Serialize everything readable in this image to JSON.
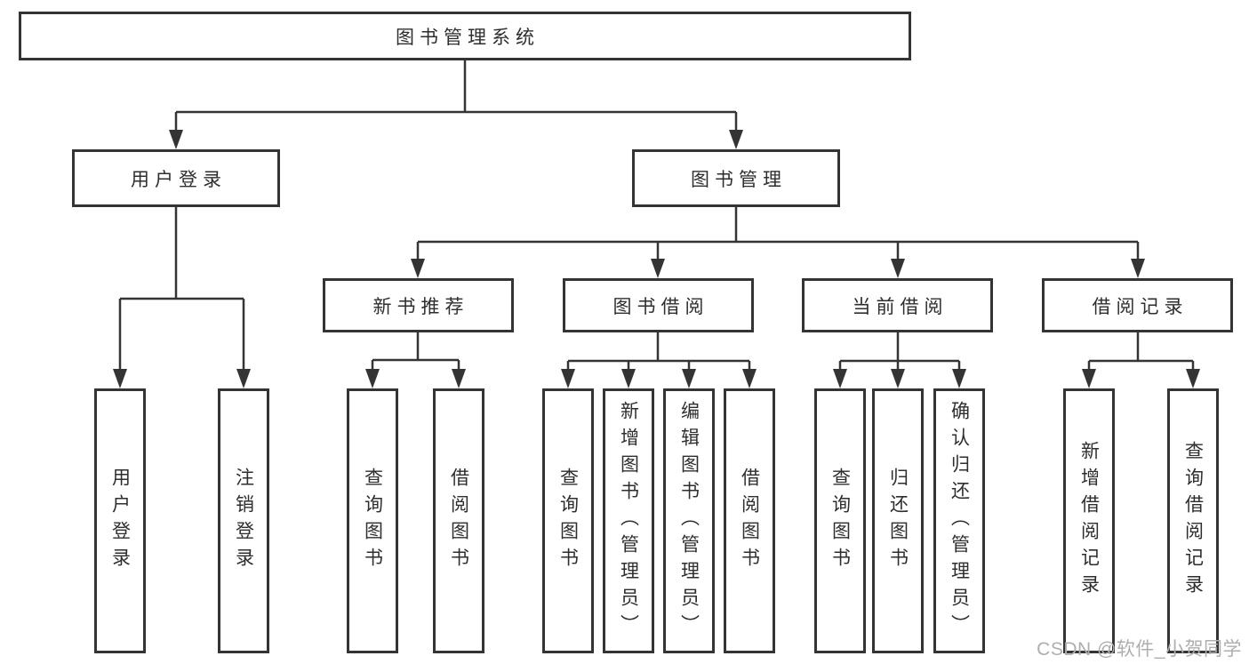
{
  "diagram": {
    "root_label": "图书管理系统",
    "branches": [
      {
        "label": "用户登录",
        "leaves": [
          "用户登录",
          "注销登录"
        ]
      },
      {
        "label": "图书管理",
        "groups": [
          {
            "label": "新书推荐",
            "leaves": [
              "查询图书",
              "借阅图书"
            ]
          },
          {
            "label": "图书借阅",
            "leaves": [
              "查询图书",
              "新增图书（管理员）",
              "编辑图书（管理员）",
              "借阅图书"
            ]
          },
          {
            "label": "当前借阅",
            "leaves": [
              "查询图书",
              "归还图书",
              "确认归还（管理员）"
            ]
          },
          {
            "label": "借阅记录",
            "leaves": [
              "新增借阅记录",
              "查询借阅记录"
            ]
          }
        ]
      }
    ]
  },
  "watermark": "CSDN @软件_小贺同学",
  "colors": {
    "line": "#343434",
    "box_border": "#343434",
    "text": "#2e2e2e",
    "watermark": "#aeaeae",
    "background": "#ffffff"
  }
}
